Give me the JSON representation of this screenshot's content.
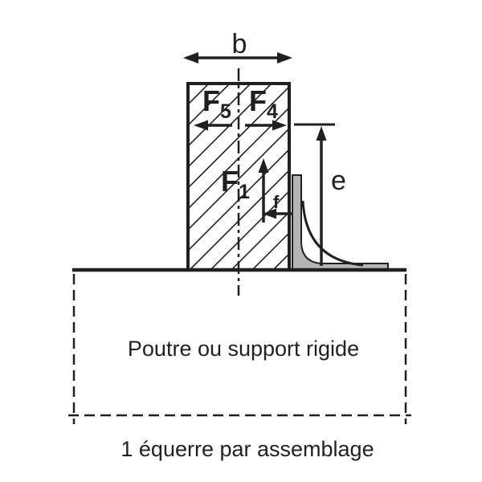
{
  "diagram": {
    "type": "technical-assembly-drawing",
    "colors": {
      "ink": "#231f20",
      "bracket_fill": "#b3b6b9",
      "background": "#ffffff"
    },
    "labels": {
      "width_dim": "b",
      "height_dim": "e",
      "offset_dim": "f",
      "force_f5": {
        "main": "F",
        "sub": "5"
      },
      "force_f4": {
        "main": "F",
        "sub": "4"
      },
      "force_f1": {
        "main": "F",
        "sub": "1"
      }
    },
    "captions": {
      "support": "Poutre ou support rigide",
      "note": "1 équerre par assemblage"
    }
  }
}
